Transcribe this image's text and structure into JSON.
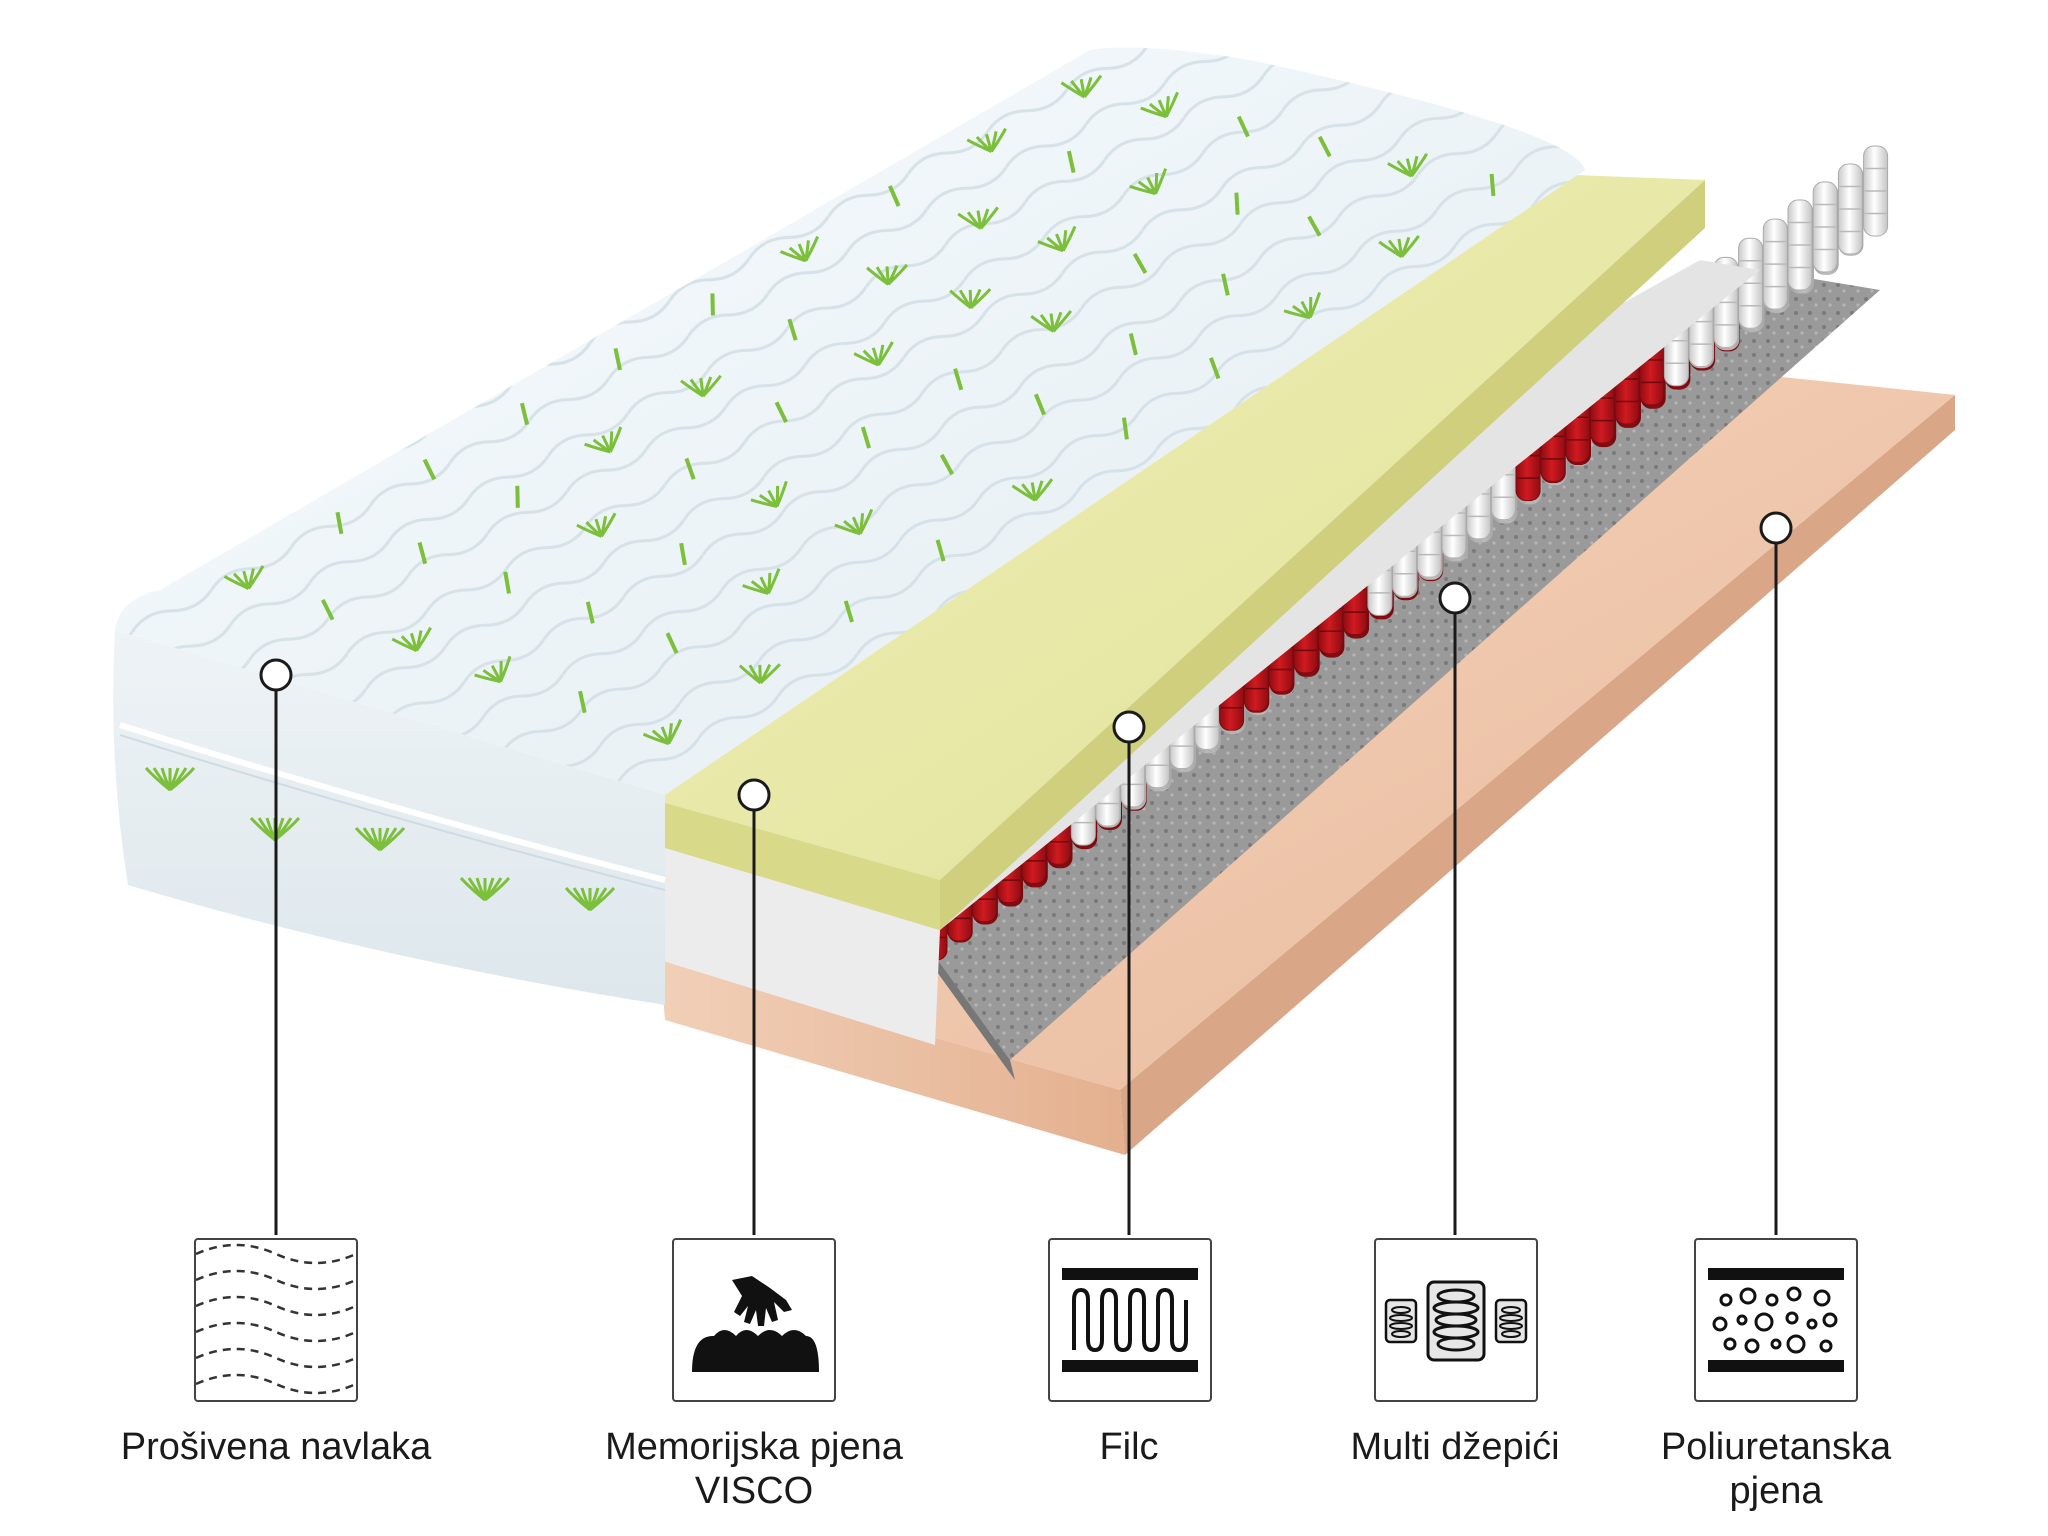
{
  "features": [
    {
      "icon": "quilted-cover-icon",
      "label": "Prošivena navlaka"
    },
    {
      "icon": "memory-foam-hand-icon",
      "label": "Memorijska pjena\nVISCO"
    },
    {
      "icon": "felt-layer-icon",
      "label": "Filc"
    },
    {
      "icon": "pocket-springs-icon",
      "label": "Multi džepići"
    },
    {
      "icon": "foam-bubbles-icon",
      "label": "Poliuretanska\npjena"
    }
  ],
  "colors": {
    "cover": "#eef4f7",
    "leaf": "#7bbf3a",
    "visco": "#e9e9a6",
    "base_foam": "#f0c8ad",
    "spring_red": "#c4141b",
    "spring_white": "#f2f2f2",
    "felt": "#8e8e8e",
    "line": "#1a1a1a"
  }
}
